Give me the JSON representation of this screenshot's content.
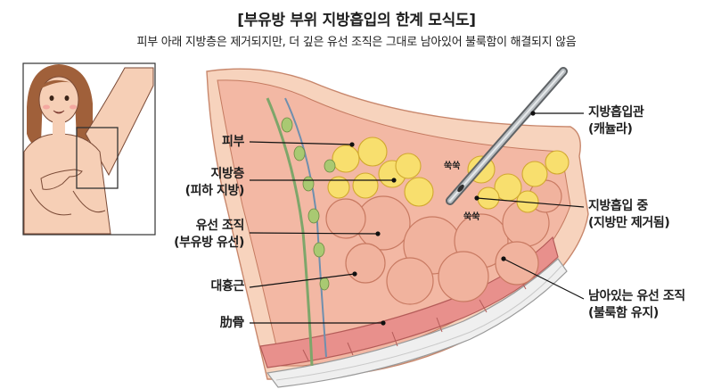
{
  "header": {
    "title": "[부유방 부위 지방흡입의 한계 모식도]",
    "subtitle": "피부 아래 지방층은 제거되지만, 더 깊은 유선 조직은 그대로 남아있어 불룩함이 해결되지 않음"
  },
  "labels": {
    "skin": "피부",
    "fat_line1": "지방층",
    "fat_line2": "(피하 지방)",
    "gland_line1": "유선 조직",
    "gland_line2": "(부유방 유선)",
    "muscle": "대흉근",
    "rib": "肋骨",
    "cannula_line1": "지방흡입관",
    "cannula_line2": "(캐뉼라)",
    "suction_line1": "지방흡입 중",
    "suction_line2": "(지방만 제거됨)",
    "remaining_line1": "남아있는 유선 조직",
    "remaining_line2": "(불룩함 유지)"
  },
  "sound_effects": [
    "쑥쑥",
    "쑥쑥"
  ],
  "colors": {
    "skin": "#f5cdb4",
    "fat": "#f7dc6f",
    "gland": "#f0b09a",
    "muscle": "#e88f8c",
    "rib": "#ececec",
    "frame": "#222222"
  }
}
